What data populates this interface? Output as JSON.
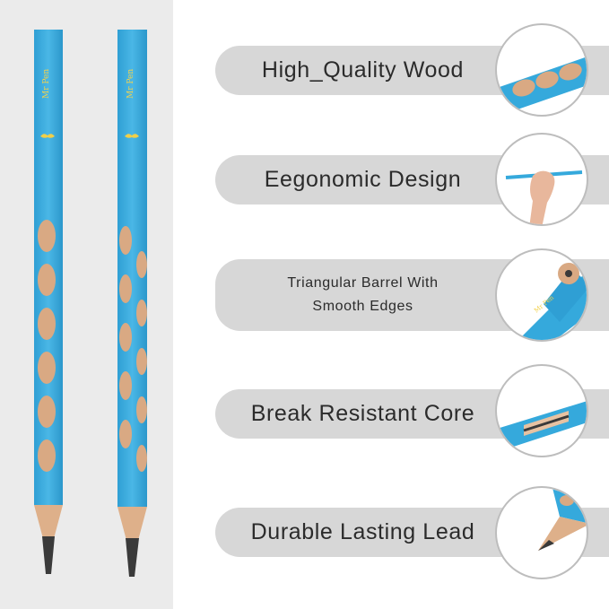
{
  "brand": {
    "logo_text": "Mr Pen"
  },
  "features": [
    {
      "label": "High_Quality Wood",
      "icon": "pencil-holes-closeup"
    },
    {
      "label": "Eegonomic Design",
      "icon": "hand-holding-pencil"
    },
    {
      "label": "Triangular Barrel With\nSmooth Edges",
      "icon": "pencil-end-closeup"
    },
    {
      "label": "Break Resistant Core",
      "icon": "pencil-core-cutaway"
    },
    {
      "label": "Durable Lasting Lead",
      "icon": "pencil-tip-closeup"
    }
  ],
  "colors": {
    "pencil_blue": "#35a9dc",
    "wood": "#d9a983",
    "lead": "#3a3a3a",
    "pill_bg": "#d7d7d7",
    "panel_bg": "#ebebeb"
  }
}
